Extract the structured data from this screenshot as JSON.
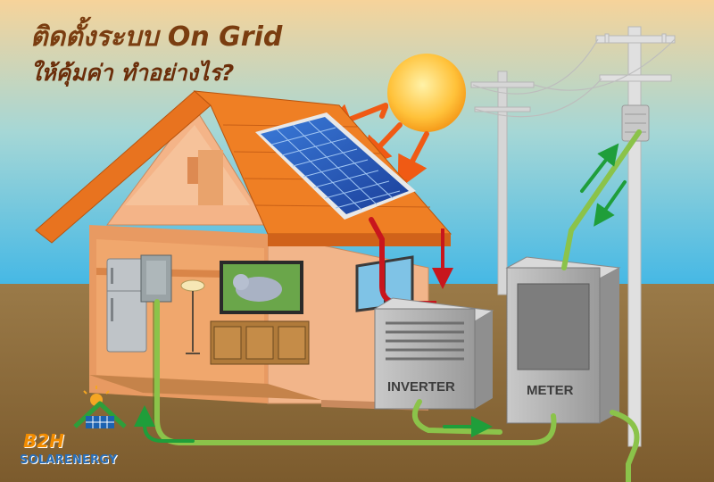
{
  "title": {
    "line1": "ติดตั้งระบบ On Grid",
    "line2": "ให้คุ้มค่า ทำอย่างไร?"
  },
  "components": {
    "inverter_label": "INVERTER",
    "meter_label": "METER"
  },
  "logo": {
    "brand": "B2H",
    "tagline": "SOLARENERGY"
  },
  "colors": {
    "sky_top": "#f4c98a",
    "sky_bottom": "#5ec3e8",
    "ground": "#8a6a3a",
    "roof": "#e8731f",
    "wall": "#f2b58a",
    "dc_wire": "#c8161d",
    "ac_wire": "#8bc34a",
    "arrow_green": "#1f9e3a",
    "sun_ray_arrow": "#f05a14",
    "title_color": "#7a3d10"
  }
}
